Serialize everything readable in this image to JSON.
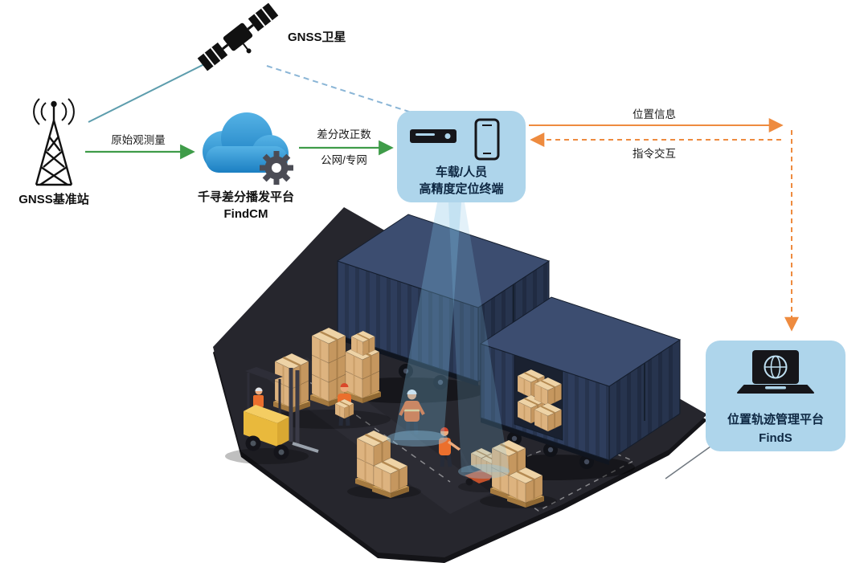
{
  "background": "#ffffff",
  "nodes": {
    "satellite": {
      "label": "GNSS卫星"
    },
    "base_station": {
      "label": "GNSS基准站"
    },
    "cloud_platform": {
      "label_line1": "千寻差分播发平台",
      "label_line2": "FindCM"
    },
    "terminal": {
      "label_line1": "车载/人员",
      "label_line2": "高精度定位终端"
    },
    "management_platform": {
      "label_line1": "位置轨迹管理平台",
      "label_line2": "FindS"
    }
  },
  "links": {
    "raw_observation": {
      "label": "原始观测量",
      "style": "solid-green-arrow",
      "from": "base_station",
      "to": "cloud_platform"
    },
    "correction": {
      "label_line1": "差分改正数",
      "label_line2": "公网/专网",
      "style": "solid-green-arrow",
      "from": "cloud_platform",
      "to": "terminal"
    },
    "position_info": {
      "label": "位置信息",
      "style": "solid-orange-arrow",
      "from": "terminal",
      "to": "management_platform"
    },
    "command_interaction": {
      "label": "指令交互",
      "style": "dashed-orange-arrow",
      "from": "management_platform",
      "to": "terminal"
    },
    "satellite_to_base": {
      "style": "solid-teal-line"
    },
    "satellite_to_terminal": {
      "style": "dashed-blue-line"
    }
  },
  "colors": {
    "accent_green": "#3f9c49",
    "accent_orange": "#ee8b3f",
    "link_teal": "#5d9dad",
    "link_dashed_blue": "#8ab5d6",
    "bubble_fill": "#aed5eb",
    "cloud_blue": "#2a91d0",
    "gear_gray": "#4b4c55",
    "container_navy": "#2e3d5c",
    "crate_tan": "#ddb37f",
    "platform_dark": "#26262d",
    "forklift_yellow": "#e9b93c",
    "vest_orange": "#eb6f2d",
    "beam_blue": "#7fc0e4"
  }
}
